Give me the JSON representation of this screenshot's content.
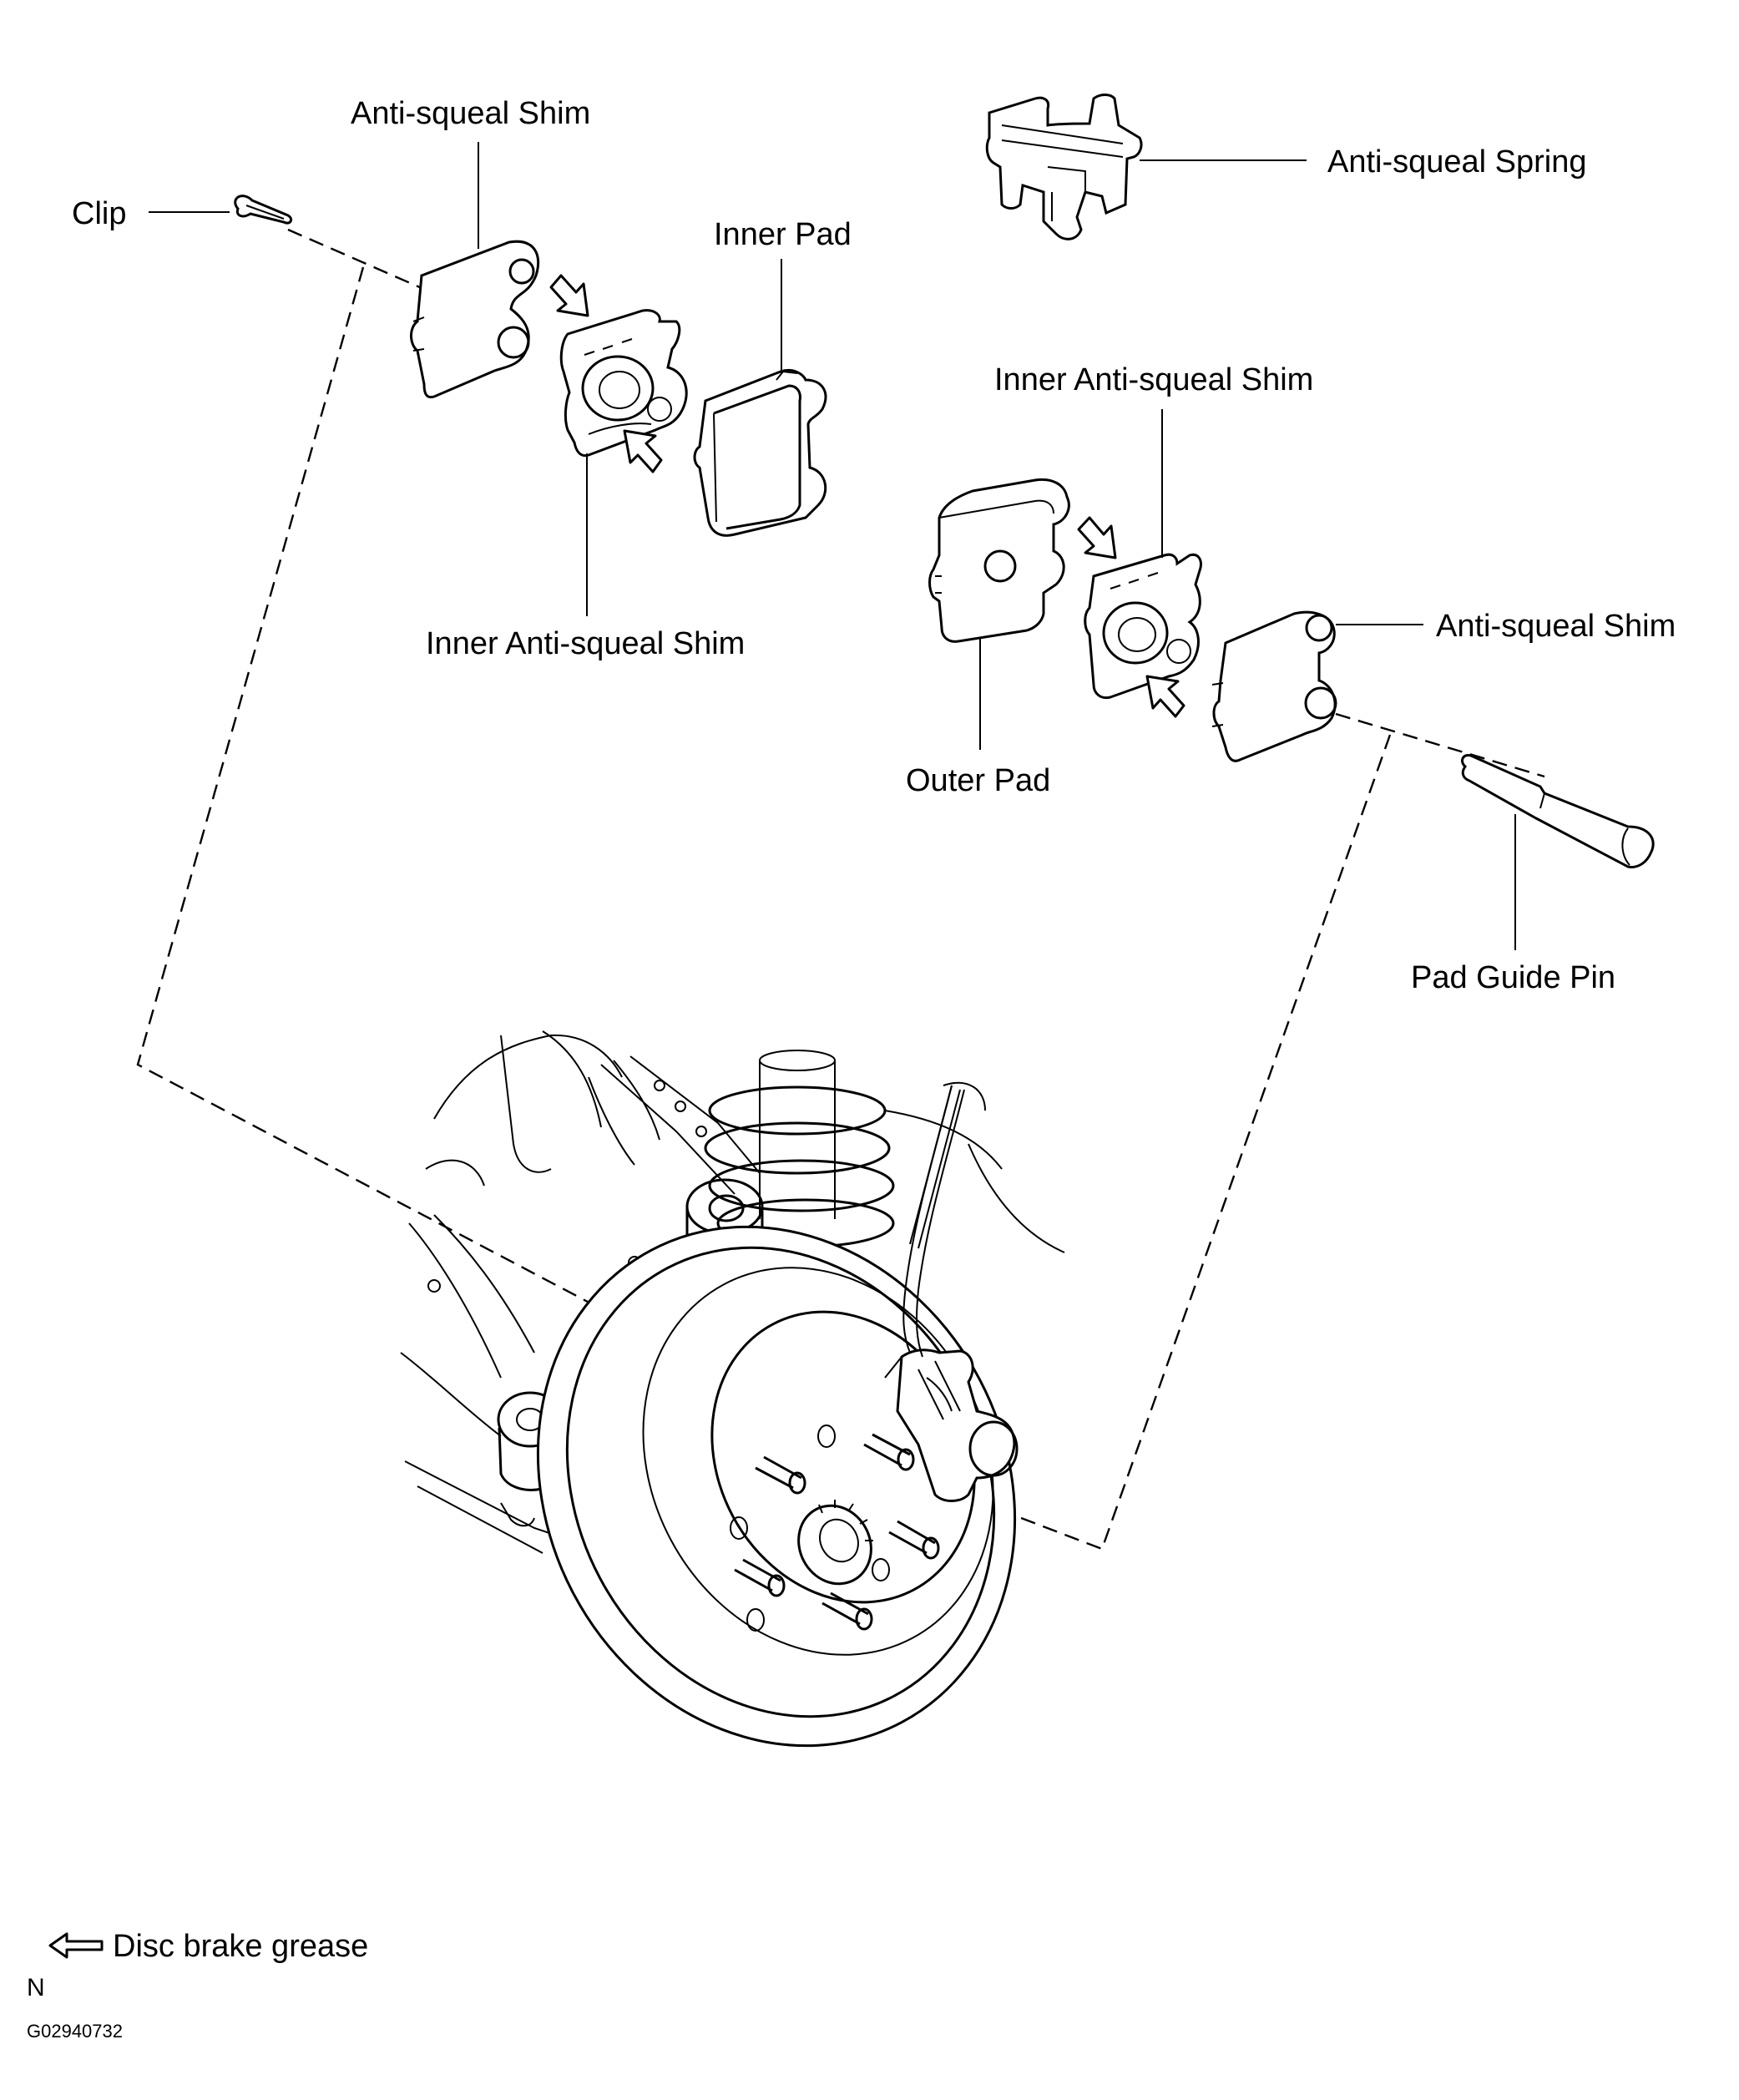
{
  "labels": {
    "clip": "Clip",
    "shim_outer_left": "Anti-squeal  Shim",
    "inner_pad": "Inner Pad",
    "anti_squeal_spring": "Anti-squeal  Spring",
    "inner_shim_left": "Inner  Anti-squeal  Shim",
    "inner_shim_right": "Inner  Anti-squeal  Shim",
    "outer_pad": "Outer Pad",
    "shim_outer_right": "Anti-squeal  Shim",
    "pad_guide_pin": "Pad Guide Pin"
  },
  "legend": {
    "grease_text": "Disc brake grease",
    "note": "N",
    "figure_code": "G02940732"
  },
  "icons": {
    "grease_marker": "hollow-arrow-icon"
  }
}
